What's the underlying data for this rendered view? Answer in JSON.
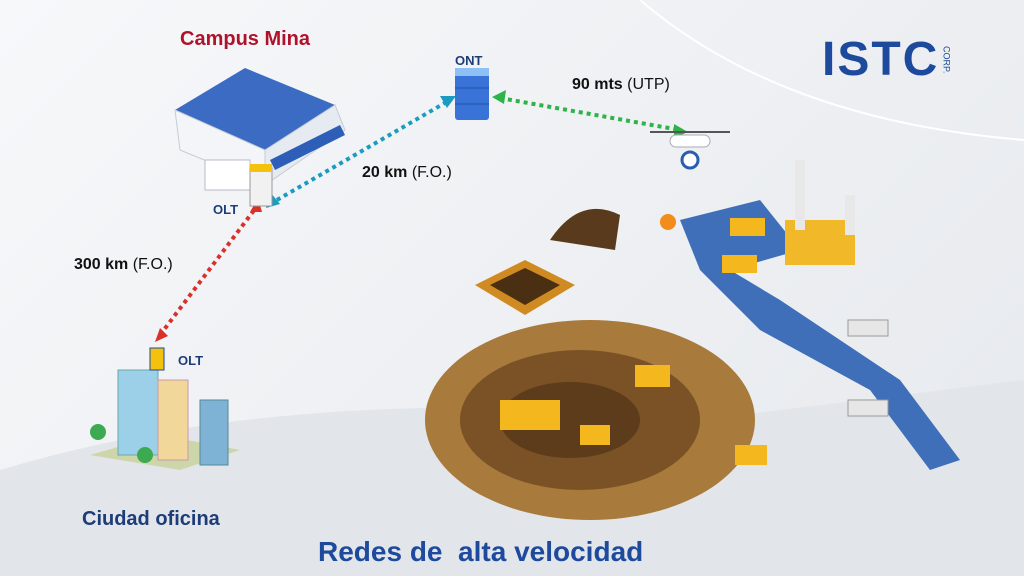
{
  "logo": {
    "text": "ISTC",
    "suffix": "CORP."
  },
  "sites": {
    "campus": "Campus Mina",
    "city": "Ciudad oficina"
  },
  "nodes": {
    "olt_campus": "OLT",
    "olt_city": "OLT",
    "ont": "ONT"
  },
  "links": [
    {
      "distance": "300 km",
      "medium": "(F.O.)",
      "color": "#d9302a"
    },
    {
      "distance": "20 km",
      "medium": "(F.O.)",
      "color": "#1b9bbf"
    },
    {
      "distance": "90 mts",
      "medium": "(UTP)",
      "color": "#2db34a"
    }
  ],
  "footer_title": "Redes de  alta velocidad",
  "colors": {
    "brand": "#1d4a9c",
    "campus_title": "#b0122c",
    "title": "#1d4a9c"
  }
}
